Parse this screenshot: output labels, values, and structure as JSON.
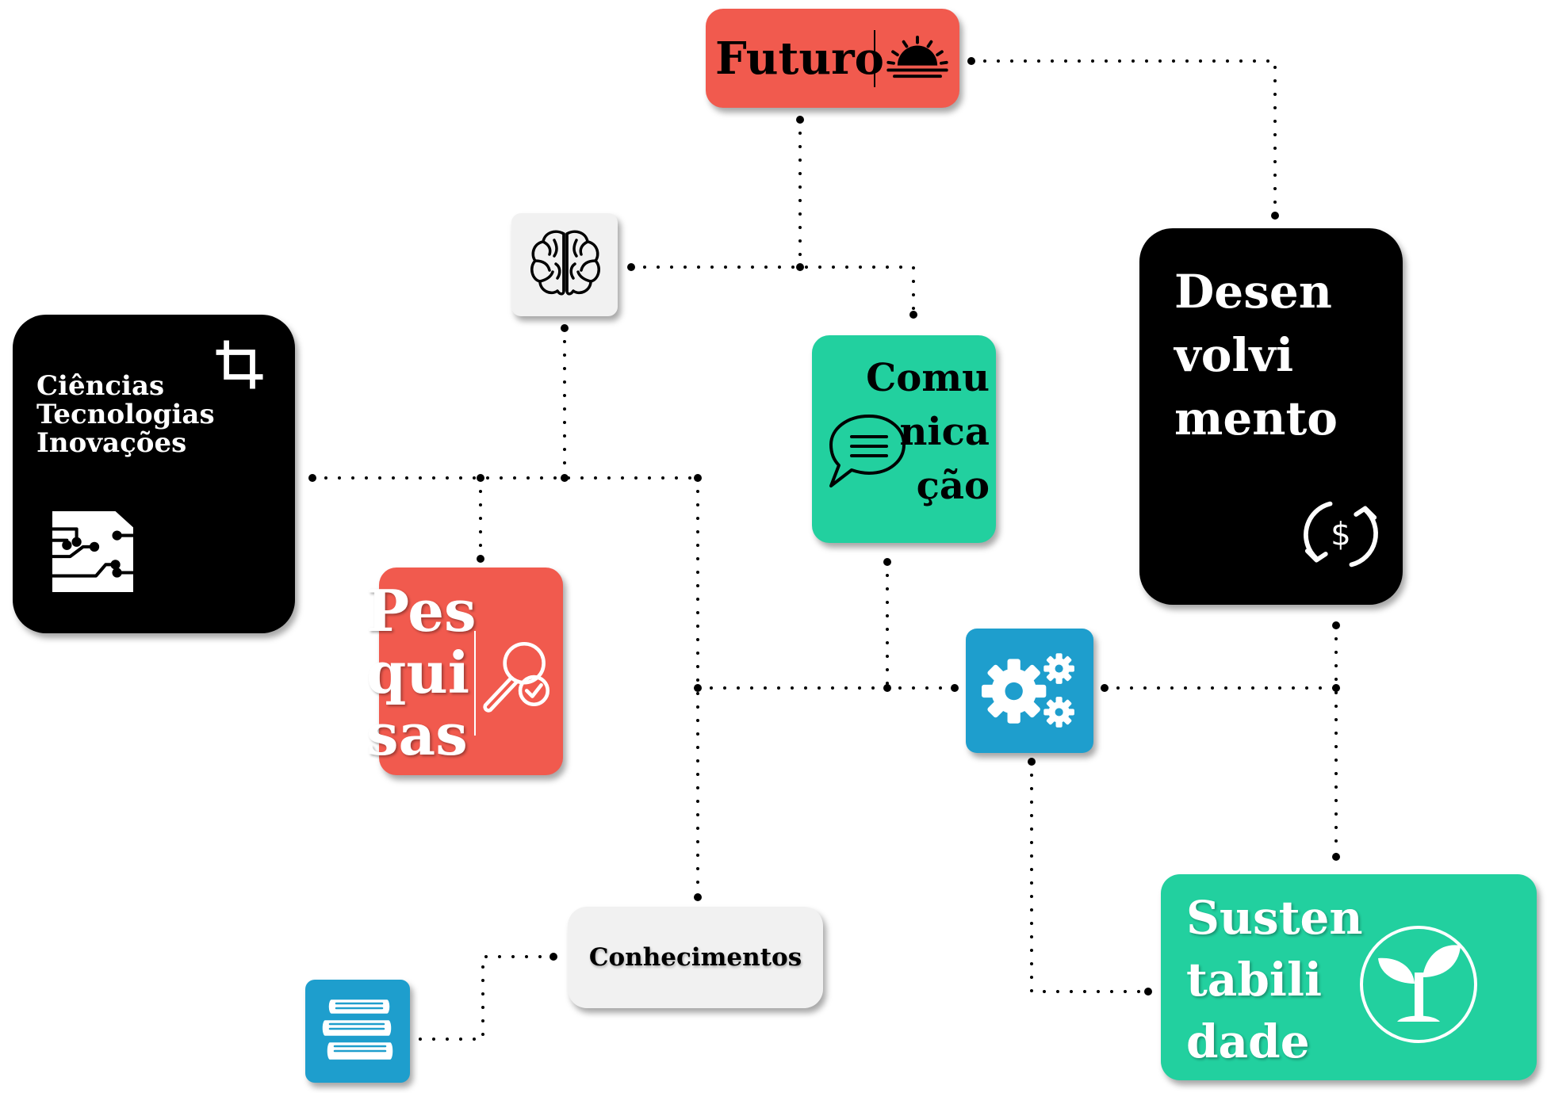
{
  "futuro": {
    "label": "Futuro",
    "icon": "sunrise-icon"
  },
  "brain": {
    "icon": "brain-icon"
  },
  "cti": {
    "lines": [
      "Ciências",
      "Tecnologias",
      "Inovações"
    ],
    "icons": [
      "crop-icon",
      "circuit-board-icon"
    ]
  },
  "comunicacao": {
    "lines": [
      "Comu",
      "nica",
      "ção"
    ],
    "icon": "speech-bubble-icon"
  },
  "desenvolvimento": {
    "lines": [
      "Desen",
      "volvi",
      "mento"
    ],
    "icon": "money-refresh-icon"
  },
  "pesquisas": {
    "lines": [
      "Pes",
      "qui",
      "sas"
    ],
    "icon": "magnifier-check-icon"
  },
  "gears": {
    "icon": "gears-icon"
  },
  "conhecimentos": {
    "label": "Conhecimentos"
  },
  "books": {
    "icon": "books-icon"
  },
  "sustentabilidade": {
    "lines": [
      "Susten",
      "tabili",
      "dade"
    ],
    "icon": "sprout-icon"
  },
  "colors": {
    "red": "#f15a4e",
    "green": "#22d09f",
    "black": "#000000",
    "blue": "#1e9ecd",
    "light": "#f1f1f1"
  }
}
